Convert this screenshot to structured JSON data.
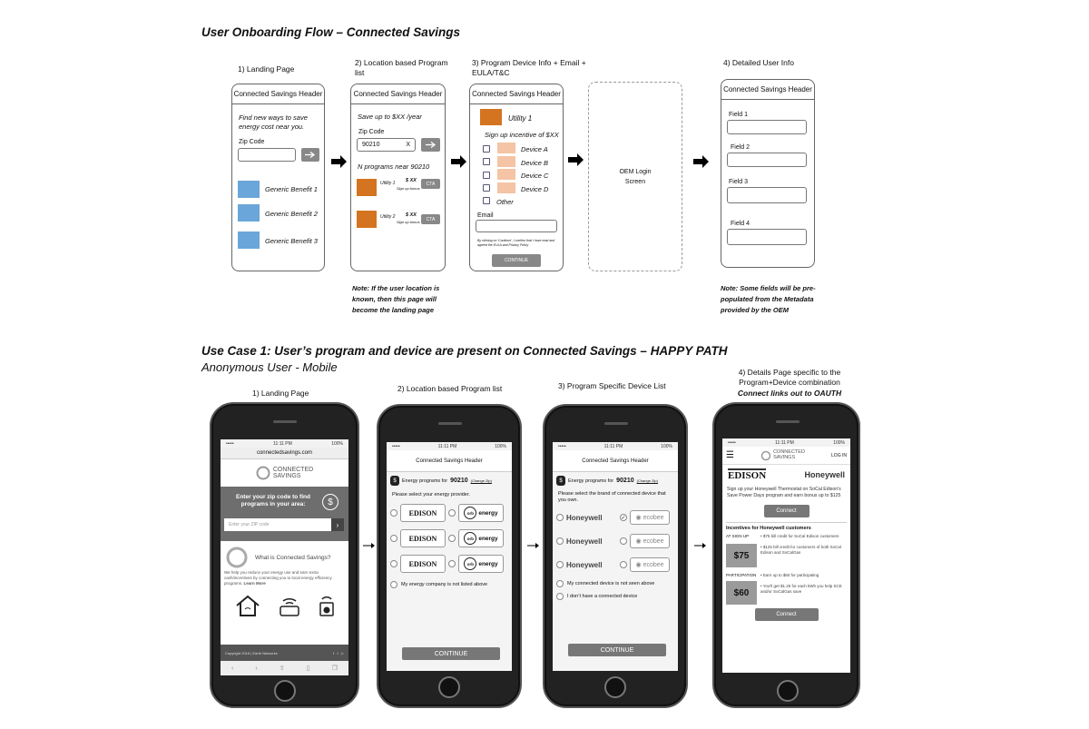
{
  "section1": {
    "title": "User Onboarding Flow – Connected Savings",
    "steps": [
      {
        "label": "1) Landing Page"
      },
      {
        "label": "2) Location based Program list"
      },
      {
        "label": "3) Program Device Info + Email + EULA/T&C"
      },
      {
        "label": "4) Detailed User Info"
      }
    ],
    "header_label": "Connected Savings Header",
    "landing": {
      "tagline": "Find new ways to save energy cost near you.",
      "zip_label": "Zip Code",
      "benefits": [
        "Generic Benefit 1",
        "Generic Benefit 2",
        "Generic Benefit 3"
      ]
    },
    "program_list": {
      "save_text": "Save up to  $XX /year",
      "zip_label": "Zip Code",
      "zip_value": "90210",
      "clear": "X",
      "near_text": "N programs near 90210",
      "utilities": [
        {
          "name": "Utility 1",
          "amount": "$ XX",
          "sub": "Sign up bonus",
          "cta": "CTA"
        },
        {
          "name": "Utility 2",
          "amount": "$ XX",
          "sub": "Sign up bonus",
          "cta": "CTA"
        }
      ],
      "note": "Note: If the user location is known, then this page will become the landing page"
    },
    "device_info": {
      "utility": "Utility 1",
      "incentive": "Sign up incentive of $XX",
      "devices": [
        "Device A",
        "Device B",
        "Device C",
        "Device D"
      ],
      "other": "Other",
      "email_label": "Email",
      "legal": "By clicking on 'Continue', I confirm that I have read and agreed the EULA and Privacy Policy",
      "continue": "CONTINUE"
    },
    "oem": {
      "label": "OEM Login Screen"
    },
    "detailed": {
      "fields": [
        "Field 1",
        "Field 2",
        "Field 3",
        "Field 4"
      ],
      "note": "Note: Some fields will be pre-populated from the Metadata provided by the OEM"
    }
  },
  "section2": {
    "title": "Use Case 1: User’s program and device are present on Connected Savings – HAPPY PATH",
    "subtitle": "Anonymous User - Mobile",
    "steps": [
      {
        "label": "1) Landing Page"
      },
      {
        "label": "2) Location based Program list"
      },
      {
        "label": "3) Program Specific Device List"
      },
      {
        "label": "4) Details Page specific to the Program+Device combination"
      }
    ],
    "step4_extra": "Connect links out to OAUTH",
    "status_time": "11:11 PM",
    "status_batt": "100%",
    "phone1": {
      "url": "connectedsavings.com",
      "logo_line1": "CONNECTED",
      "logo_line2": "SAVINGS",
      "prompt": "Enter your zip code to find programs in your area:",
      "zip_placeholder": "Enter your ZIP code",
      "what_is": "What is Connected Savings?",
      "desc": "We help you reduce your energy use and earn extra cash/incentives by connecting you to local energy efficiency programs.",
      "learn_more": "Learn More",
      "footer": "Copyright 2016 | Earth Networks"
    },
    "phone2": {
      "header": "Connected Savings Header",
      "programs_for": "Energy programs for",
      "zip": "90210",
      "change_zip": "(Change Zip)",
      "select_text": "Please select your energy provider.",
      "edison": "EDISON",
      "orb": "energy",
      "not_listed": "My energy company is not listed above",
      "continue": "CONTINUE"
    },
    "phone3": {
      "header": "Connected Savings Header",
      "programs_for": "Energy programs for",
      "zip": "90210",
      "change_zip": "(Change Zip)",
      "select_text": "Please select the brand of connected device that you own.",
      "brands": [
        "Honeywell",
        "Honeywell",
        "Honeywell"
      ],
      "ecobee": "ecobee",
      "not_seen": "My connected device is not seen above",
      "no_device": "I don’t have a connected device",
      "continue": "CONTINUE"
    },
    "phone4": {
      "logo_line1": "CONNECTED",
      "logo_line2": "SAVINGS",
      "login": "LOG IN",
      "edison": "EDISON",
      "honeywell": "Honeywell",
      "signup_text": "Sign up your Honeywell Thermostat on SoCal Edison's Save Power Days program and earn bonus up to $125",
      "connect": "Connect",
      "incentives_title": "Incentives for Honeywell customers",
      "at_signup": "AT SIGN UP",
      "amount1": "$75",
      "bullet1": "$75 bill credit for SoCal Edison customers",
      "bullet2": "$125 bill credit for customers of both SoCal Edison and SoCalGas",
      "participation": "PARTICIPATION",
      "amount2": "$60",
      "bullet3": "Earn up to $60 for participating",
      "bullet4": "You'll get $1.25 for each kWh you help SCE and/or SoCalGas save",
      "connect2": "Connect"
    }
  }
}
